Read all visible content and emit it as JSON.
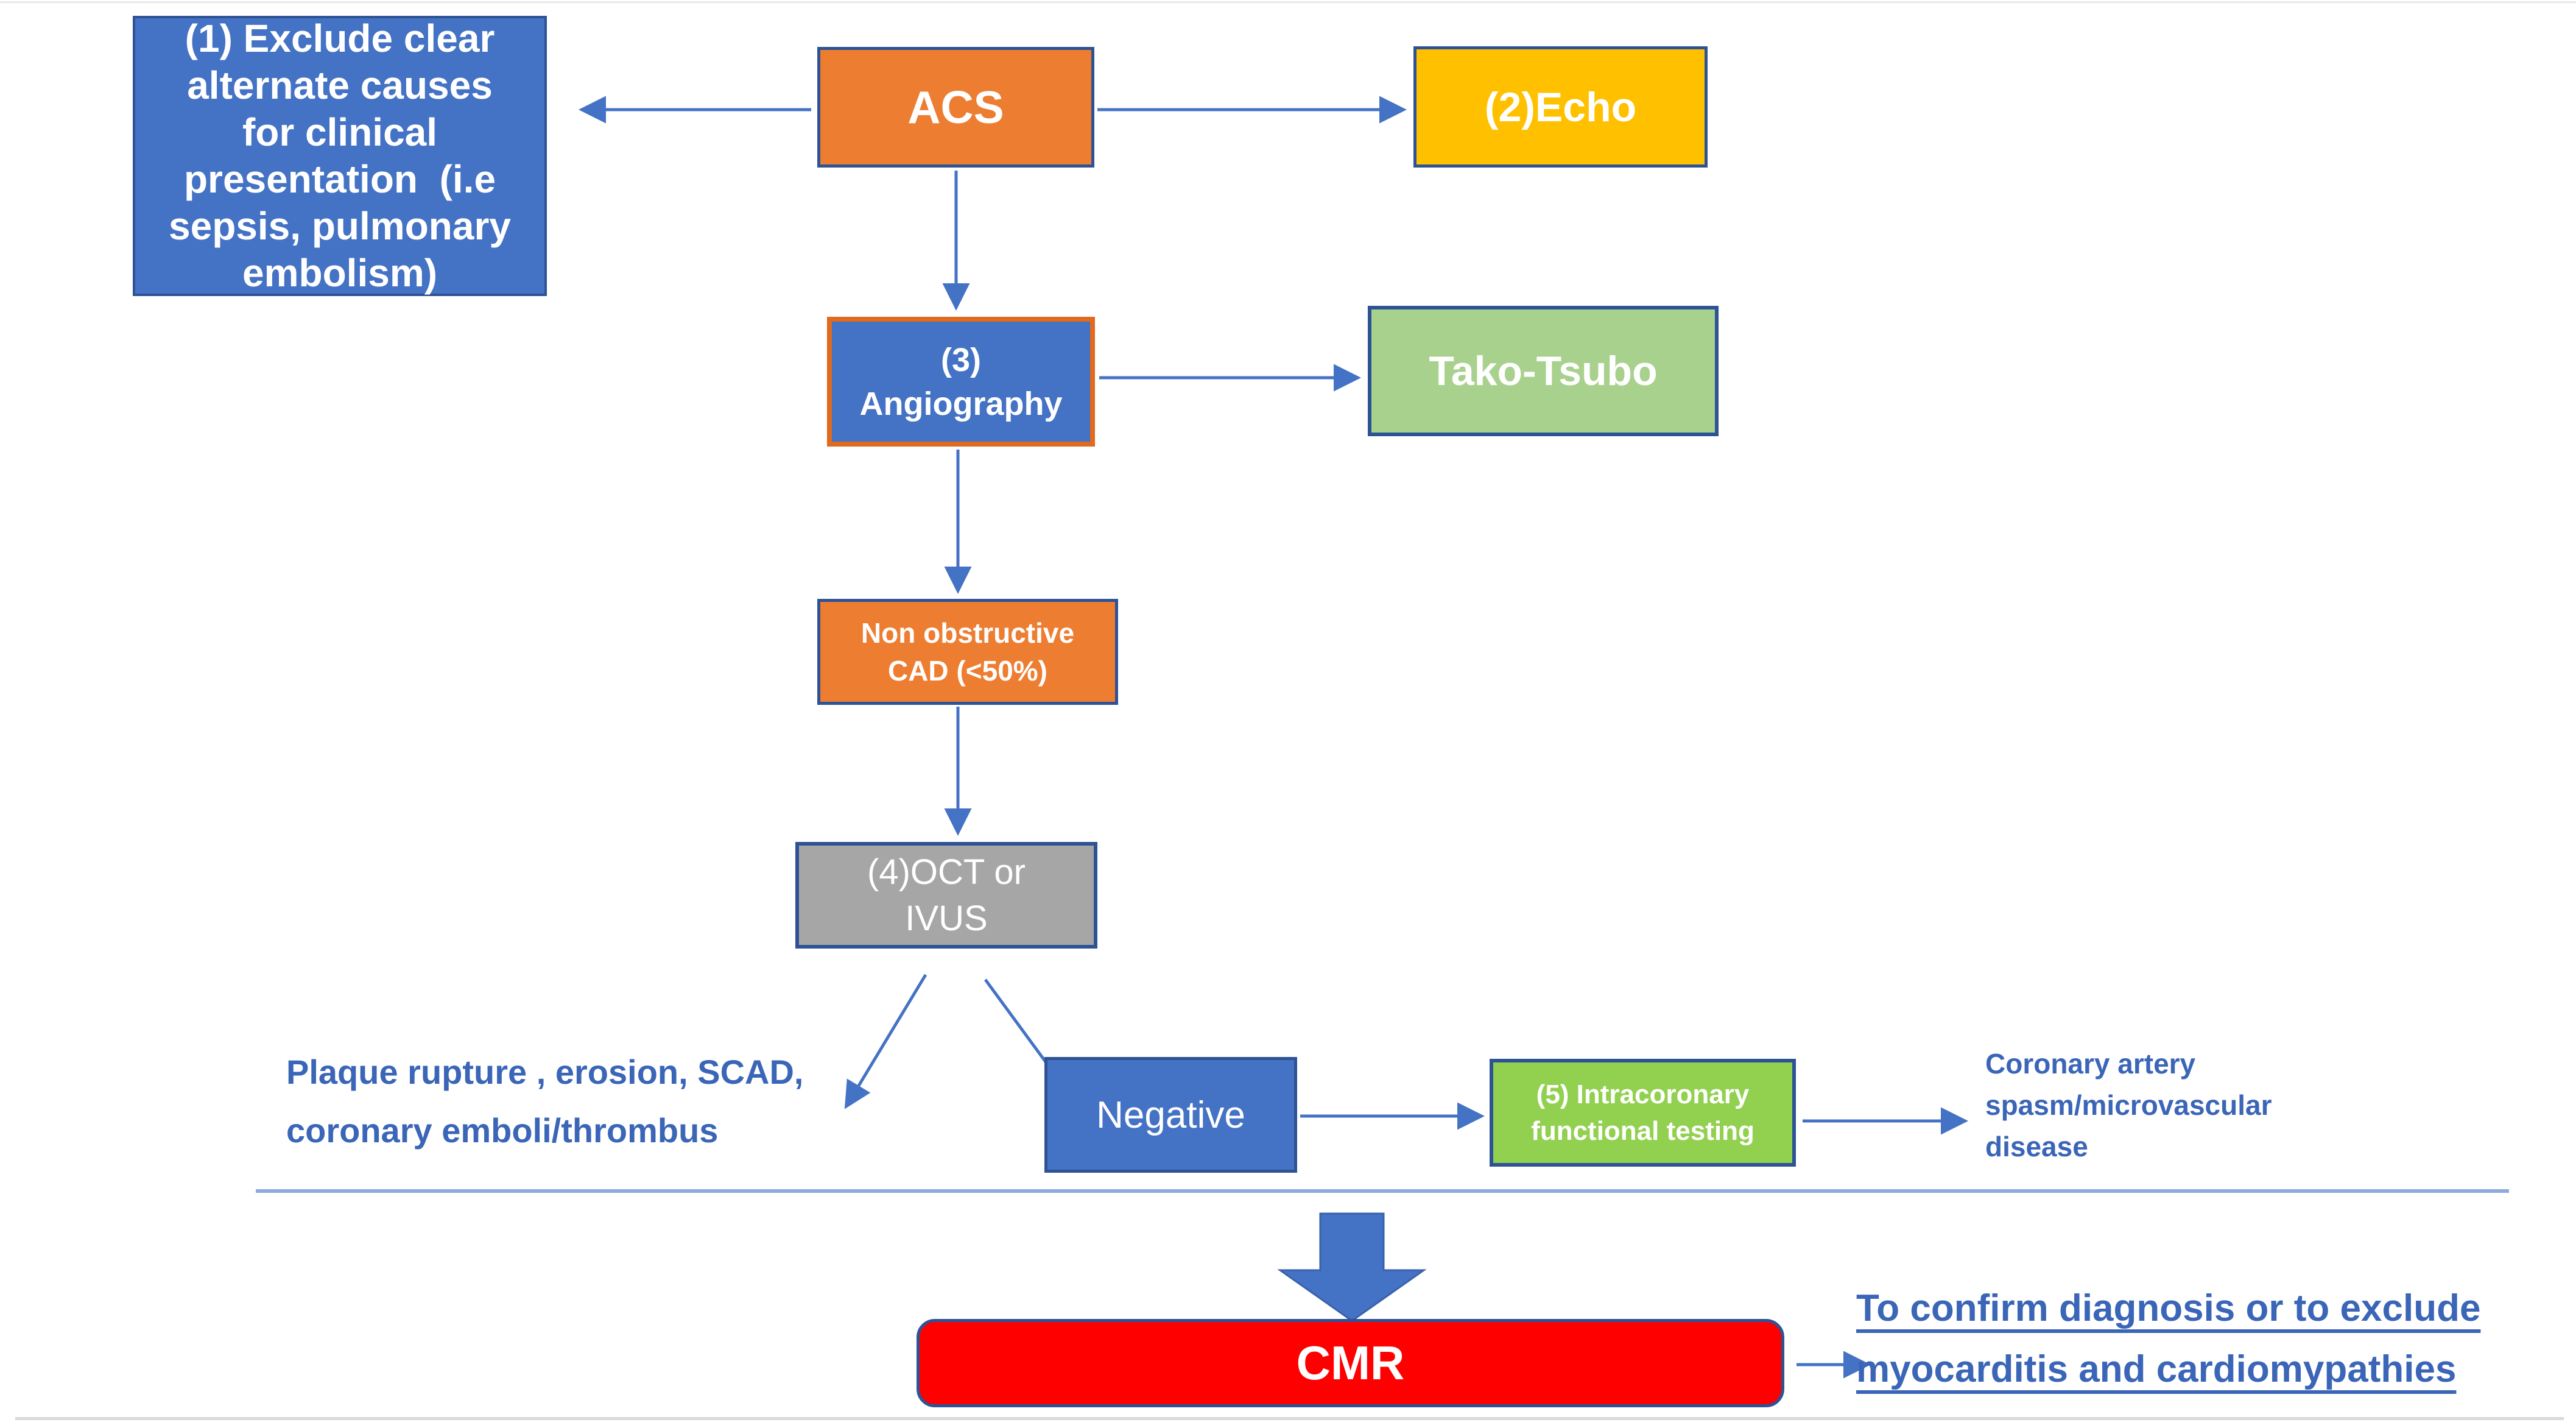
{
  "diagram": {
    "description": "ACS diagnostic work-up flowchart",
    "nodes": {
      "exclude_causes": {
        "text": "(1) Exclude clear\nalternate causes\nfor clinical\npresentation  (i.e\nsepsis, pulmonary\nembolism)",
        "fill": "#4472C4",
        "text_color": "#FFFFFF"
      },
      "acs": {
        "text": "ACS",
        "fill": "#ED7D31",
        "text_color": "#FFFFFF"
      },
      "echo": {
        "text": "(2)Echo",
        "fill": "#FFC000",
        "text_color": "#FFFFFF"
      },
      "angiography": {
        "text": "(3)\nAngiography",
        "fill": "#4472C4",
        "border": "#E06B1F",
        "text_color": "#FFFFFF"
      },
      "tako_tsubo": {
        "text": "Tako-Tsubo",
        "fill": "#A9D18E",
        "text_color": "#FFFFFF"
      },
      "non_obstructive_cad": {
        "text": "Non obstructive\nCAD (<50%)",
        "fill": "#ED7D31",
        "text_color": "#FFFFFF"
      },
      "oct_ivus": {
        "text": "(4)OCT or\nIVUS",
        "fill": "#A6A6A6",
        "text_color": "#FFFFFF"
      },
      "negative": {
        "text": "Negative",
        "fill": "#4472C4",
        "text_color": "#FFFFFF"
      },
      "functional_testing": {
        "text": "(5) Intracoronary\nfunctional testing",
        "fill": "#92D050",
        "text_color": "#FFFFFF"
      },
      "cmr": {
        "text": "CMR",
        "fill": "#FF0000",
        "text_color": "#FFFFFF"
      }
    },
    "labels": {
      "plaque": {
        "text": "Plaque rupture , erosion, SCAD,\ncoronary emboli/thrombus",
        "color": "#3B66B8"
      },
      "spasm": {
        "text": "Coronary artery\nspasm/microvascular\ndisease",
        "color": "#3B66B8"
      },
      "confirm": {
        "text": "To confirm diagnosis or to exclude\nmyocarditis and cardiomypathies",
        "color": "#3B66B8",
        "underlined": true
      }
    },
    "arrow_color": "#4472C4",
    "separator_color": "#8FAADC",
    "big_arrow": {
      "direction": "down",
      "fill": "#4472C4"
    }
  }
}
